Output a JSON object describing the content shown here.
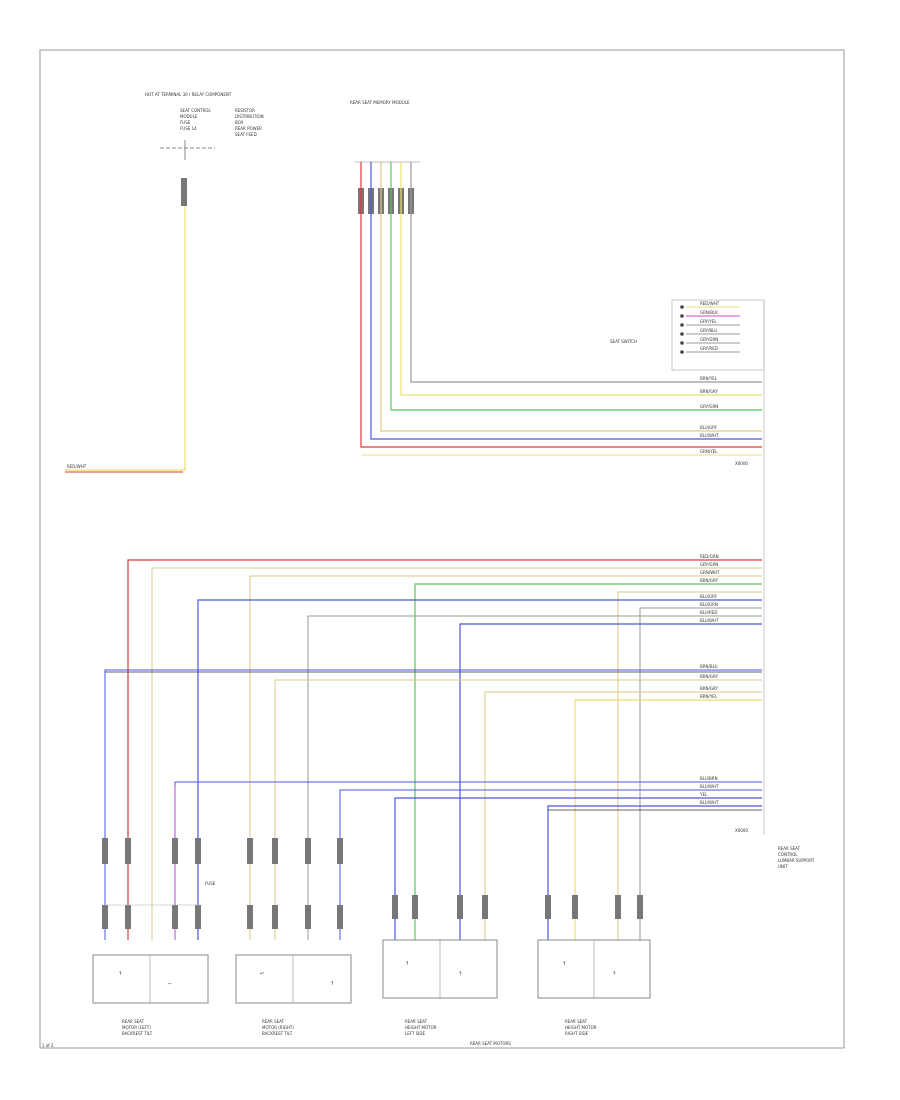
{
  "labels": {
    "top_component": "HOT AT TERMINAL 30 / RELAY COMPONENT",
    "top_component_notes": [
      "SEAT CONTROL",
      "MODULE",
      "FUSE",
      "FUSE 14"
    ],
    "top_right_notes": [
      "RESISTOR",
      "DISTRIBUTION",
      "BOX",
      "REAR POWER",
      "SEAT FEED"
    ],
    "seat_module_header": "REAR SEAT MEMORY MODULE",
    "left_wire": "RED/WHT",
    "switch_block_label": "SEAT SWITCH",
    "connector_mid": "X0000",
    "connector_bot": "X0000",
    "right_module": [
      "REAR SEAT",
      "CONTROL",
      "LUMBAR SUPPORT",
      "UNIT"
    ],
    "bottom_center": "REAR SEAT MOTORS",
    "bottom_left_corner": "1 of 2",
    "motor_fuse": "FUSE"
  },
  "switch_pins": [
    "RED/WHT",
    "GRN/BLK",
    "GRY/YEL",
    "GRY/BLU",
    "GRY/GRN",
    "GRY/RED"
  ],
  "upper_wires": [
    "BRN/YEL",
    "BRN/GRY",
    "GRY/GRN",
    "BLU/GRY",
    "BLU/WHT",
    "GRN/YEL"
  ],
  "lower_wires_a": [
    "RED/GRN",
    "GRY/GRN",
    "GRN/WHT",
    "BRN/GRY",
    "BLU/GRY",
    "BLU/GRN",
    "BLU/RED",
    "BLU/WHT"
  ],
  "lower_wires_b": [
    "BRN/BLU",
    "BRN/GRY",
    "BRN/GRY",
    "BRN/YEL"
  ],
  "lower_wires_c": [
    "BLU/BRN",
    "BLU/WHT",
    "YEL",
    "BLU/WHT"
  ],
  "motors": [
    {
      "name": [
        "REAR SEAT",
        "MOTOR (LEFT)",
        "BACKREST TILT"
      ]
    },
    {
      "name": [
        "REAR SEAT",
        "MOTOR (RIGHT)",
        "BACKREST TILT"
      ]
    },
    {
      "name": [
        "REAR SEAT",
        "HEIGHT MOTOR",
        "LEFT SIDE"
      ]
    },
    {
      "name": [
        "REAR SEAT",
        "HEIGHT MOTOR",
        "RIGHT SIDE"
      ]
    }
  ],
  "colors": {
    "red": "#e23b3b",
    "green": "#5cc45c",
    "yellow": "#e8e070",
    "blue": "#4a57e0",
    "tan": "#d8c98a",
    "gray": "#999999",
    "black": "#222222",
    "pink": "#d04ad0"
  }
}
